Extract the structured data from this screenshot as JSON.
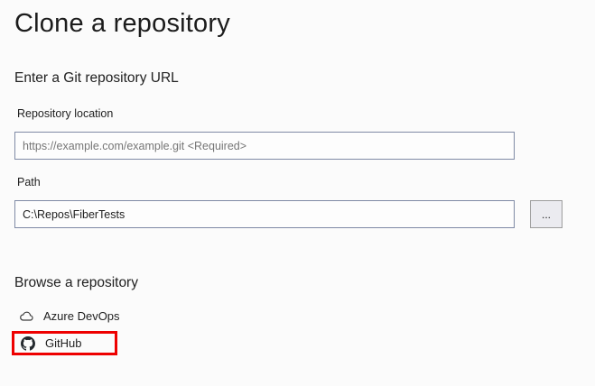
{
  "page": {
    "title": "Clone a repository"
  },
  "sections": {
    "url": {
      "heading": "Enter a Git repository URL"
    },
    "browse": {
      "heading": "Browse a repository",
      "items": [
        {
          "label": "Azure DevOps",
          "icon": "cloud-icon"
        },
        {
          "label": "GitHub",
          "icon": "github-icon",
          "highlighted": true
        }
      ]
    }
  },
  "fields": {
    "repository_location": {
      "label": "Repository location",
      "value": "",
      "placeholder": "https://example.com/example.git <Required>"
    },
    "path": {
      "label": "Path",
      "value": "C:\\Repos\\FiberTests"
    }
  },
  "buttons": {
    "browse_path": {
      "label": "..."
    }
  },
  "colors": {
    "background": "#fbfbfb",
    "input_border": "#7f8aa5",
    "highlight_red": "#ee0000",
    "button_background": "#ebebf0"
  }
}
